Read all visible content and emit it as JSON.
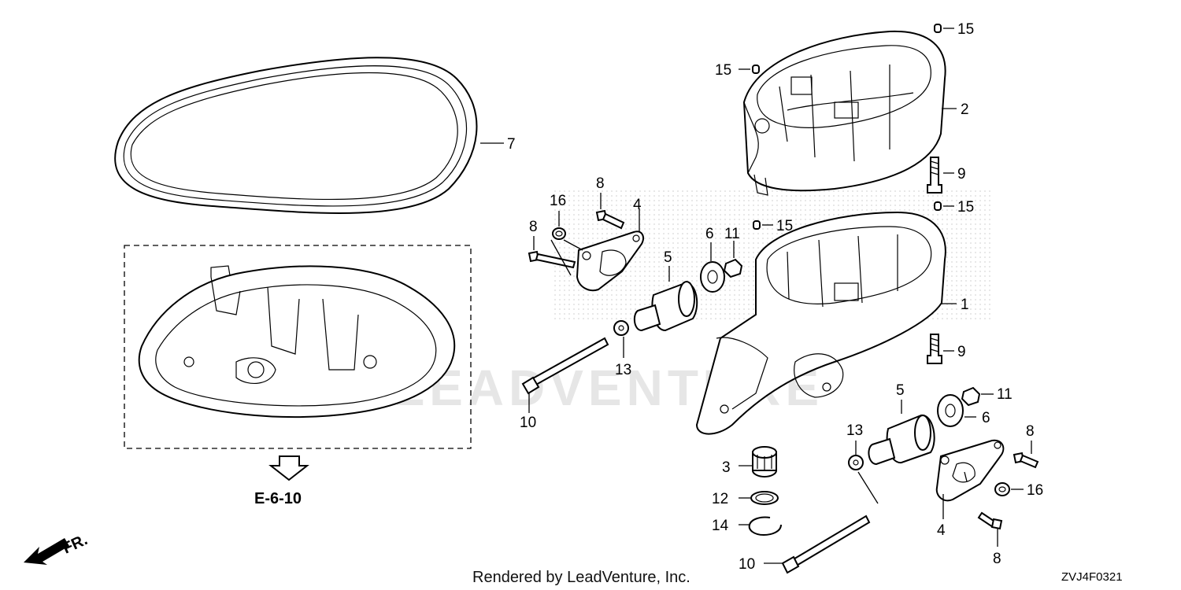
{
  "callouts": {
    "c1": "1",
    "c2": "2",
    "c3": "3",
    "c4a": "4",
    "c4b": "4",
    "c5a": "5",
    "c5b": "5",
    "c6a": "6",
    "c6b": "6",
    "c7": "7",
    "c8a": "8",
    "c8b": "8",
    "c8c": "8",
    "c8d": "8",
    "c9a": "9",
    "c9b": "9",
    "c10a": "10",
    "c10b": "10",
    "c11a": "11",
    "c11b": "11",
    "c12": "12",
    "c13a": "13",
    "c13b": "13",
    "c14": "14",
    "c15a": "15",
    "c15b": "15",
    "c15c": "15",
    "c15d": "15",
    "c16a": "16",
    "c16b": "16"
  },
  "reference": {
    "label": "E-6-10"
  },
  "direction": {
    "label": "FR."
  },
  "watermark": {
    "text": "LEADVENTURE"
  },
  "footer": {
    "credit": "Rendered by LeadVenture, Inc.",
    "diagram_code": "ZVJ4F0321"
  }
}
